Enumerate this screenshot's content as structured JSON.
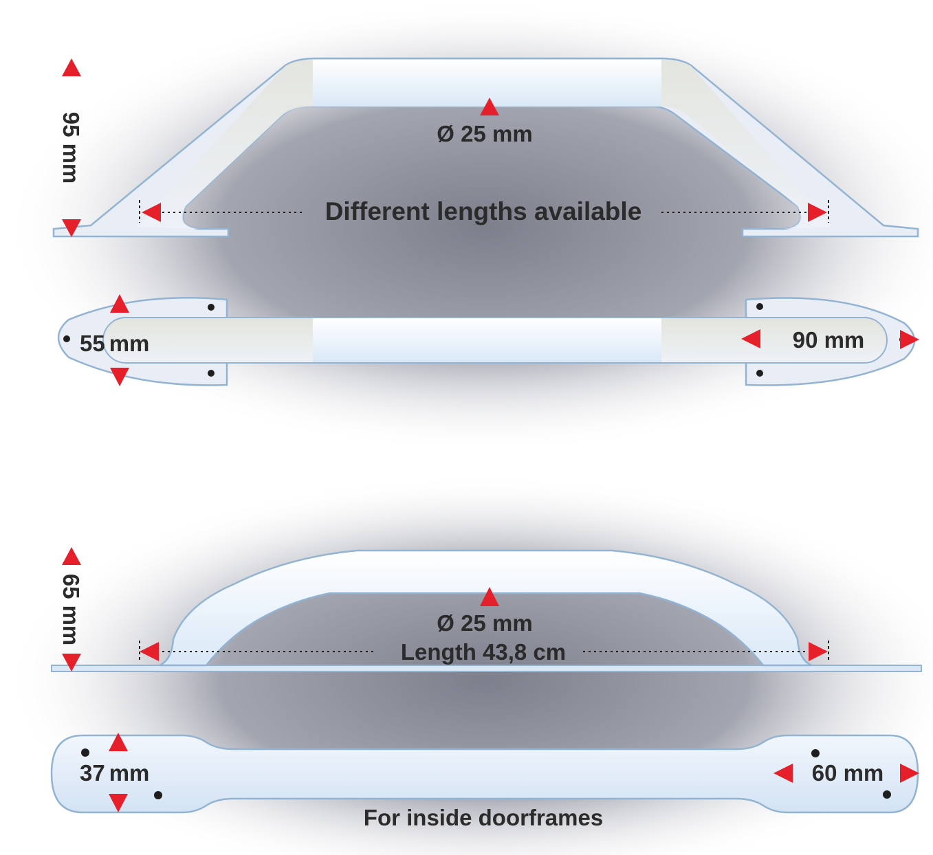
{
  "colors": {
    "dimension_arrow": "#e5202b",
    "handle_fill": "#e6eef8",
    "handle_outline": "#93b3d3",
    "shadow": "#8a8c98",
    "text": "#2b2b2b"
  },
  "grab_bar_1": {
    "height_label": "95 mm",
    "diameter_label": "Ø 25 mm",
    "length_label": "Different lengths available",
    "base_width_label": "55 mm",
    "base_length_label": "90 mm",
    "width_value": "55",
    "width_unit": "mm"
  },
  "grab_bar_2": {
    "height_label": "65 mm",
    "diameter_label": "Ø 25 mm",
    "length_label": "Length 43,8 cm",
    "base_width_value": "37",
    "base_width_unit": "mm",
    "base_length_label": "60 mm",
    "caption": "For inside doorframes"
  }
}
